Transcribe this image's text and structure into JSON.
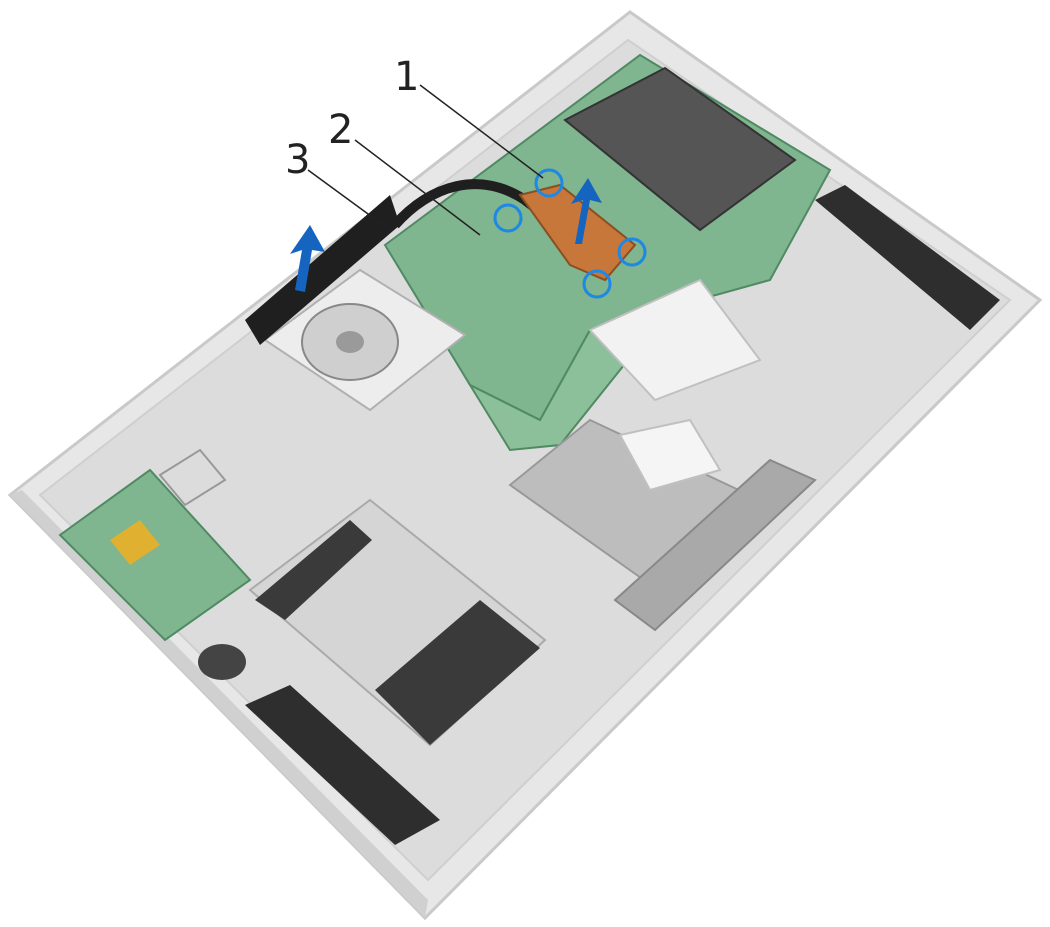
{
  "callouts": [
    {
      "number": "1"
    },
    {
      "number": "2"
    },
    {
      "number": "3"
    }
  ],
  "colors": {
    "chassis": "#e7e7e7",
    "chassis_edge": "#c9c9c9",
    "board": "#7fb58f",
    "board_dark": "#4f8a63",
    "heat_pipe": "#1f1f1f",
    "copper": "#c8773a",
    "arrow": "#1565c0",
    "screw_circle": "#1e88e5",
    "battery_foil": "#d5d5d5",
    "battery_pad": "#3a3a3a",
    "fan": "#cfcfcf",
    "speaker": "#2e2e2e",
    "touchpad_bracket": "#bdbdbd",
    "io_board_connector": "#e0b030"
  },
  "icons": {
    "lift_arrow": "arrow-up-icon",
    "screw_marker": "circle-icon"
  }
}
